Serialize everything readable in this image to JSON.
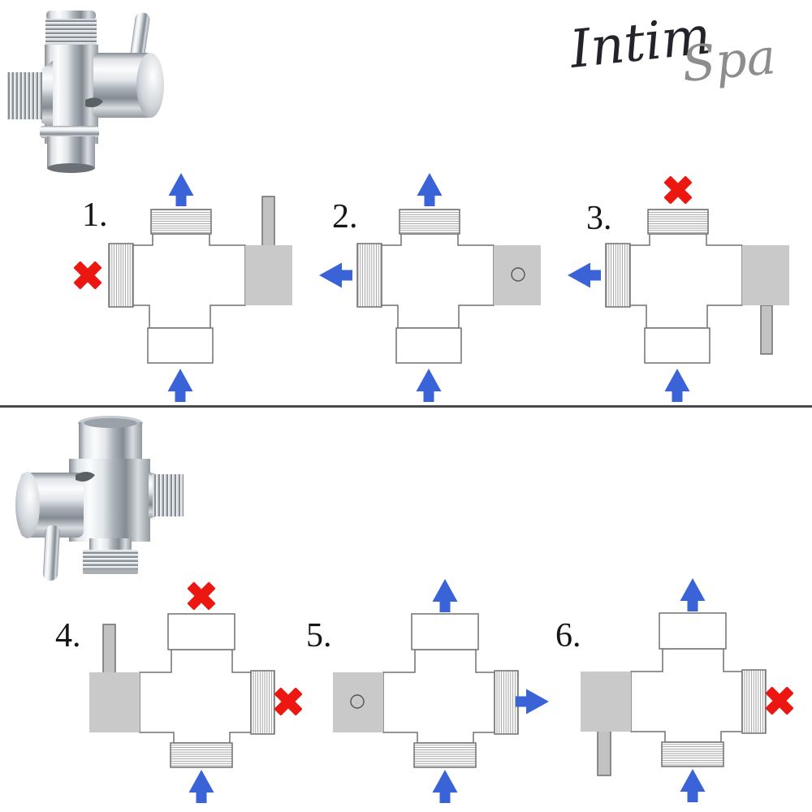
{
  "brand": {
    "part1": "Intim",
    "part2": "Spa"
  },
  "colors": {
    "arrow_blue": "#3A63D8",
    "x_red": "#EC1710",
    "knob_gray": "#C9C9C9",
    "lever_fill": "#C2C2C2",
    "lever_border": "#6E6E6E",
    "outline": "#707070",
    "hatch_line": "#8F8F8F",
    "divider": "#4B4B4B",
    "label_color": "#151515",
    "logo_dark": "#23232B",
    "logo_gray": "#8D8D8D"
  },
  "photos": {
    "top": "chrome-diverter-valve-lever-up",
    "bottom": "chrome-diverter-valve-lever-down"
  },
  "diagrams": [
    {
      "label": "1.",
      "layout": "knob-right",
      "top": {
        "port": "threaded",
        "marker": "arrow-up"
      },
      "left": {
        "port": "threaded",
        "marker": "x"
      },
      "right": {
        "port": "knob",
        "lever": "up",
        "marker": "none"
      },
      "bottom": {
        "port": "outlet",
        "marker": "arrow-up"
      }
    },
    {
      "label": "2.",
      "layout": "knob-right",
      "top": {
        "port": "threaded",
        "marker": "arrow-up"
      },
      "left": {
        "port": "threaded",
        "marker": "arrow-left"
      },
      "right": {
        "port": "knob",
        "lever": "front",
        "marker": "none"
      },
      "bottom": {
        "port": "outlet",
        "marker": "arrow-up"
      }
    },
    {
      "label": "3.",
      "layout": "knob-right",
      "top": {
        "port": "threaded",
        "marker": "x"
      },
      "left": {
        "port": "threaded",
        "marker": "arrow-left"
      },
      "right": {
        "port": "knob",
        "lever": "down",
        "marker": "none"
      },
      "bottom": {
        "port": "outlet",
        "marker": "arrow-up"
      }
    },
    {
      "label": "4.",
      "layout": "knob-left",
      "top": {
        "port": "outlet",
        "marker": "x"
      },
      "left": {
        "port": "knob",
        "lever": "up",
        "marker": "none"
      },
      "right": {
        "port": "threaded",
        "marker": "x"
      },
      "bottom": {
        "port": "threaded",
        "marker": "arrow-up"
      }
    },
    {
      "label": "5.",
      "layout": "knob-left",
      "top": {
        "port": "outlet",
        "marker": "arrow-up"
      },
      "left": {
        "port": "knob",
        "lever": "front",
        "marker": "none"
      },
      "right": {
        "port": "threaded",
        "marker": "arrow-right"
      },
      "bottom": {
        "port": "threaded",
        "marker": "arrow-up"
      }
    },
    {
      "label": "6.",
      "layout": "knob-left",
      "top": {
        "port": "outlet",
        "marker": "arrow-up"
      },
      "left": {
        "port": "knob",
        "lever": "down",
        "marker": "none"
      },
      "right": {
        "port": "threaded",
        "marker": "x"
      },
      "bottom": {
        "port": "threaded",
        "marker": "arrow-up"
      }
    }
  ]
}
